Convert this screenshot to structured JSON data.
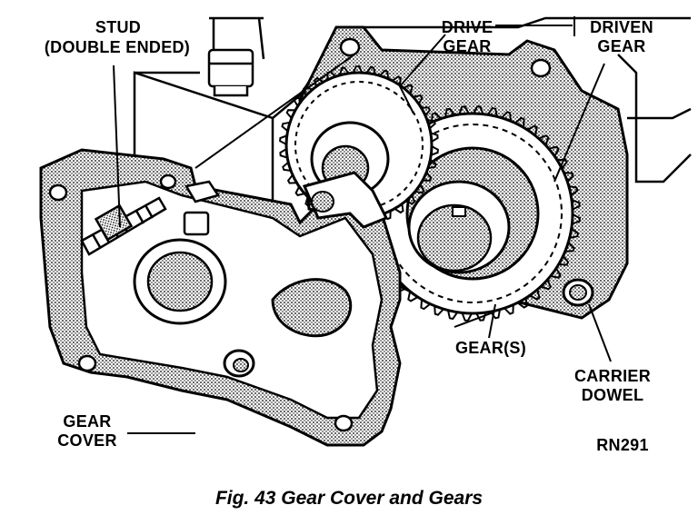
{
  "labels": {
    "stud_line1": "STUD",
    "stud_line2": "(DOUBLE ENDED)",
    "drive_gear_line1": "DRIVE",
    "drive_gear_line2": "GEAR",
    "driven_gear_line1": "DRIVEN",
    "driven_gear_line2": "GEAR",
    "gears": "GEAR(S)",
    "carrier_dowel_line1": "CARRIER",
    "carrier_dowel_line2": "DOWEL",
    "gear_cover_line1": "GEAR",
    "gear_cover_line2": "COVER",
    "ref_code": "RN291"
  },
  "caption": "Fig. 43 Gear Cover and Gears"
}
